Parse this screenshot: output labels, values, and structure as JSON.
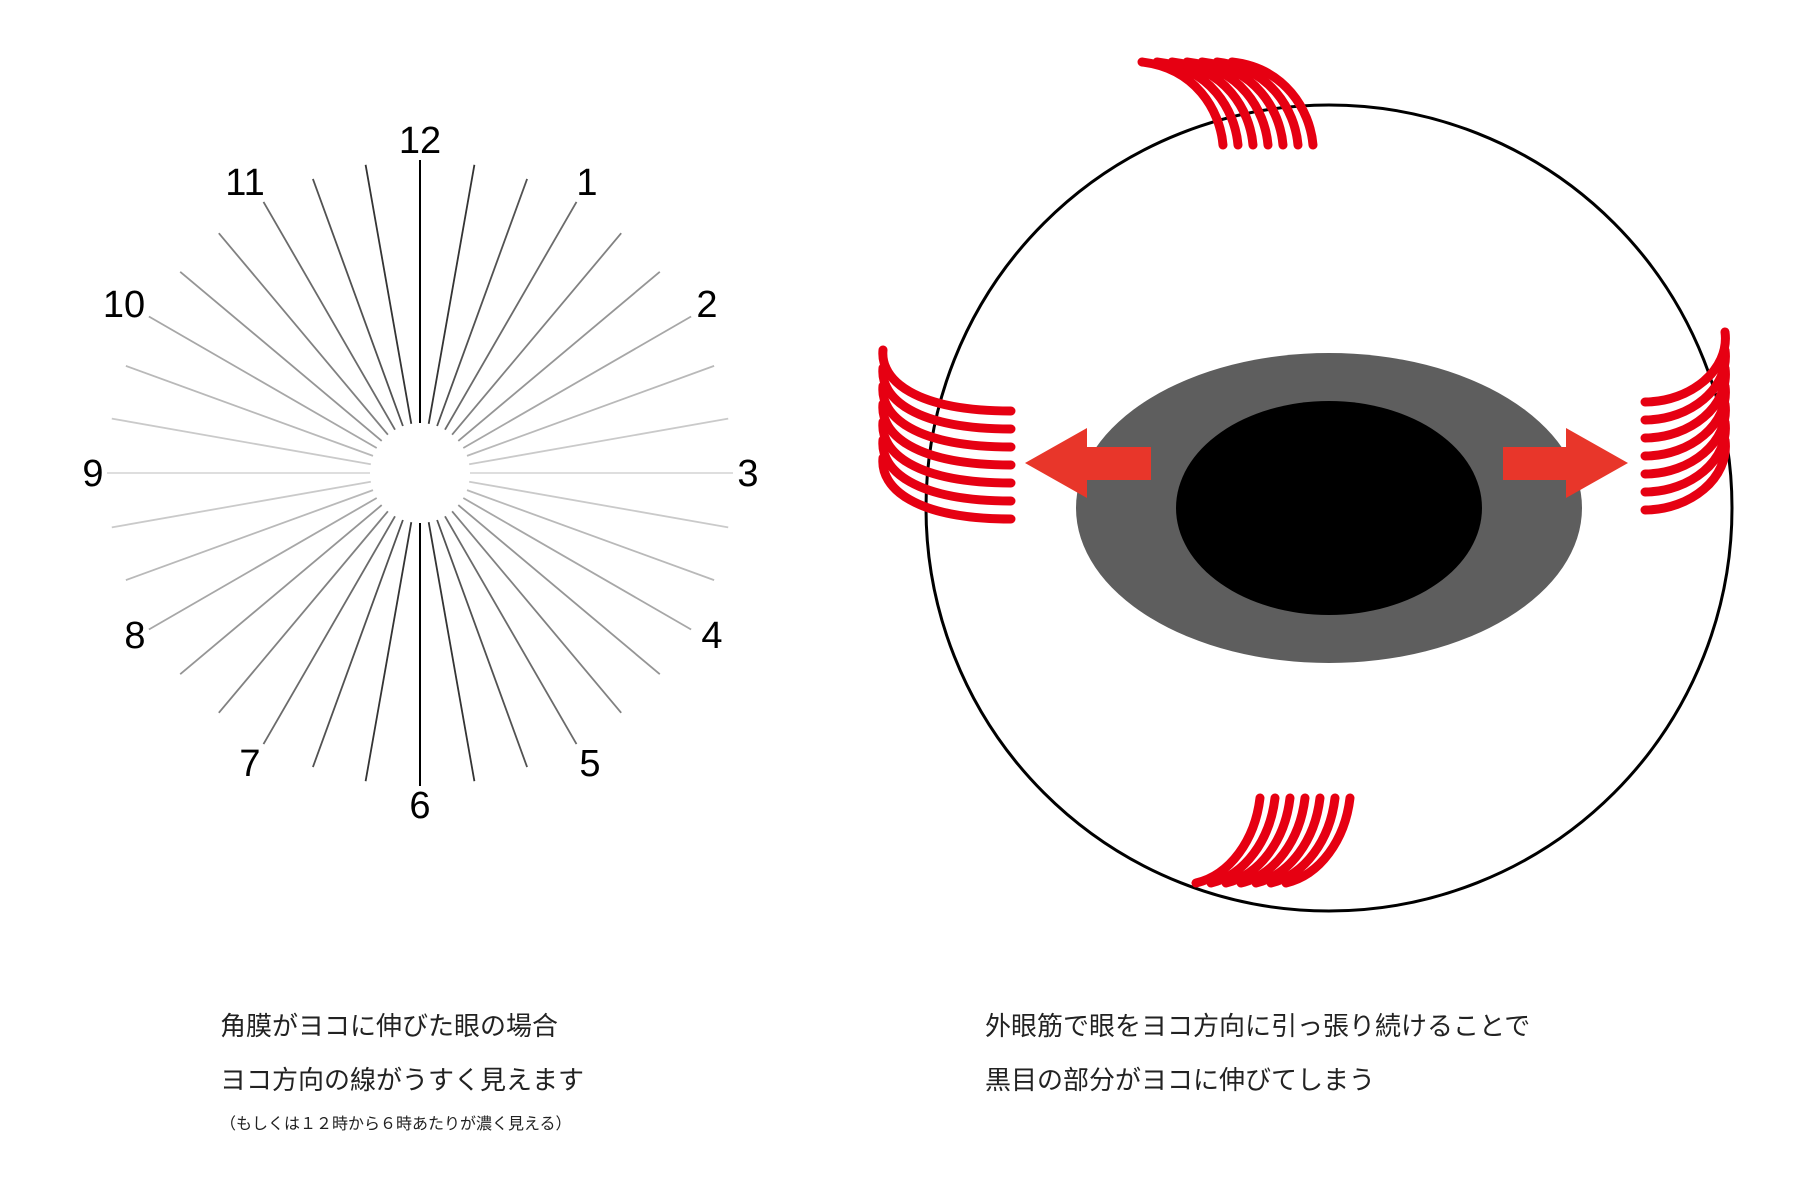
{
  "astigmatism_chart": {
    "clock_labels": [
      "1",
      "2",
      "3",
      "4",
      "5",
      "6",
      "7",
      "8",
      "9",
      "10",
      "11",
      "12"
    ],
    "line_color": "#000000",
    "faded_color": "#d8d8d8",
    "caption": {
      "line1": "角膜がヨコに伸びた眼の場合",
      "line2": "ヨコ方向の線がうすく見えます",
      "note": "（もしくは１２時から６時あたりが濃く見える）"
    }
  },
  "eye_diagram": {
    "colors": {
      "sclera_outline": "#000000",
      "iris": "#5e5e5e",
      "pupil": "#000000",
      "muscle": "#e60012",
      "arrow": "#e8362a"
    },
    "caption": {
      "line1": "外眼筋で眼をヨコ方向に引っ張り続けることで",
      "line2": "黒目の部分がヨコに伸びてしまう"
    }
  }
}
